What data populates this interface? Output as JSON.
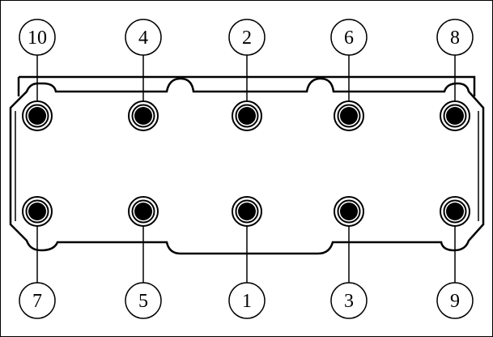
{
  "diagram": {
    "type": "bolt-tightening-sequence",
    "subject": "cylinder-head-bolt-pattern",
    "top_row_labels": [
      "10",
      "4",
      "2",
      "6",
      "8"
    ],
    "bottom_row_labels": [
      "7",
      "5",
      "1",
      "3",
      "9"
    ],
    "bolt_count": 10,
    "colors": {
      "line": "#000000",
      "bolt_fill": "#000000",
      "background": "#ffffff"
    },
    "icons": {
      "bolt": "bolt-hole-icon",
      "callout": "numbered-circle-callout"
    }
  }
}
